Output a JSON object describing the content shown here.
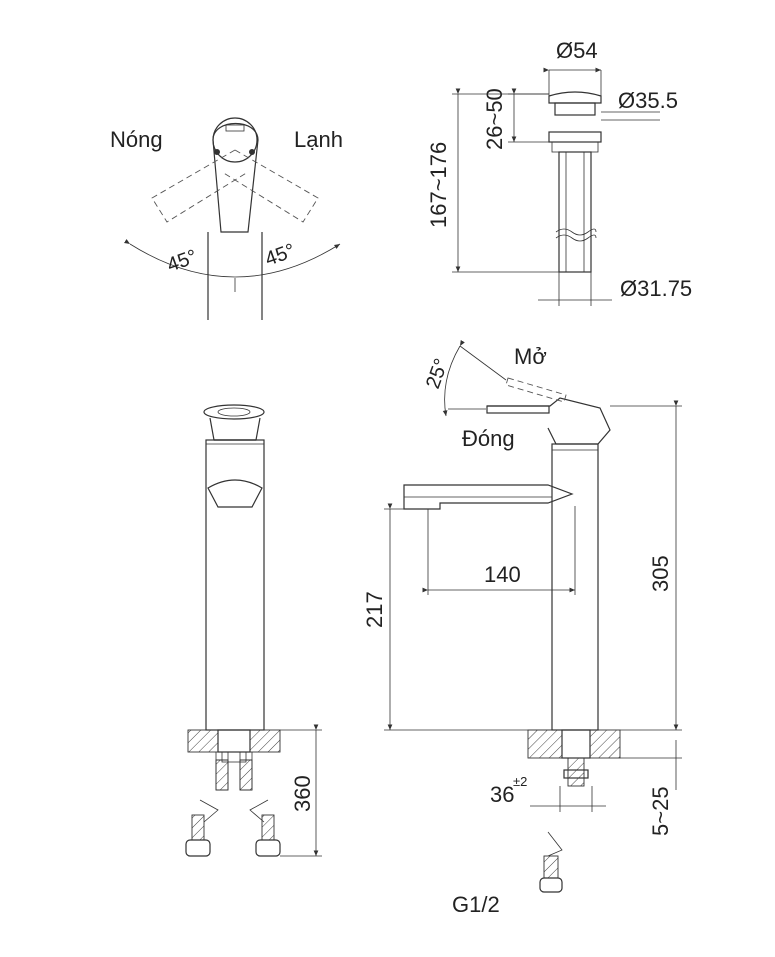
{
  "labels": {
    "hot": "Nóng",
    "cold": "Lạnh",
    "angle_left": "45°",
    "angle_right": "45°",
    "dia_top": "Ø54",
    "dia_cap": "Ø35.5",
    "height_range_cap": "26~50",
    "height_range_total": "167~176",
    "dia_bottom": "Ø31.75",
    "open": "Mở",
    "handle_angle": "25°",
    "closed": "Đóng",
    "spout_reach": "140",
    "spout_height": "217",
    "total_height": "305",
    "hose_length": "360",
    "hole_dia": "36",
    "hole_tolerance": "±2",
    "counter_thickness": "5~25",
    "thread": "G1/2"
  }
}
